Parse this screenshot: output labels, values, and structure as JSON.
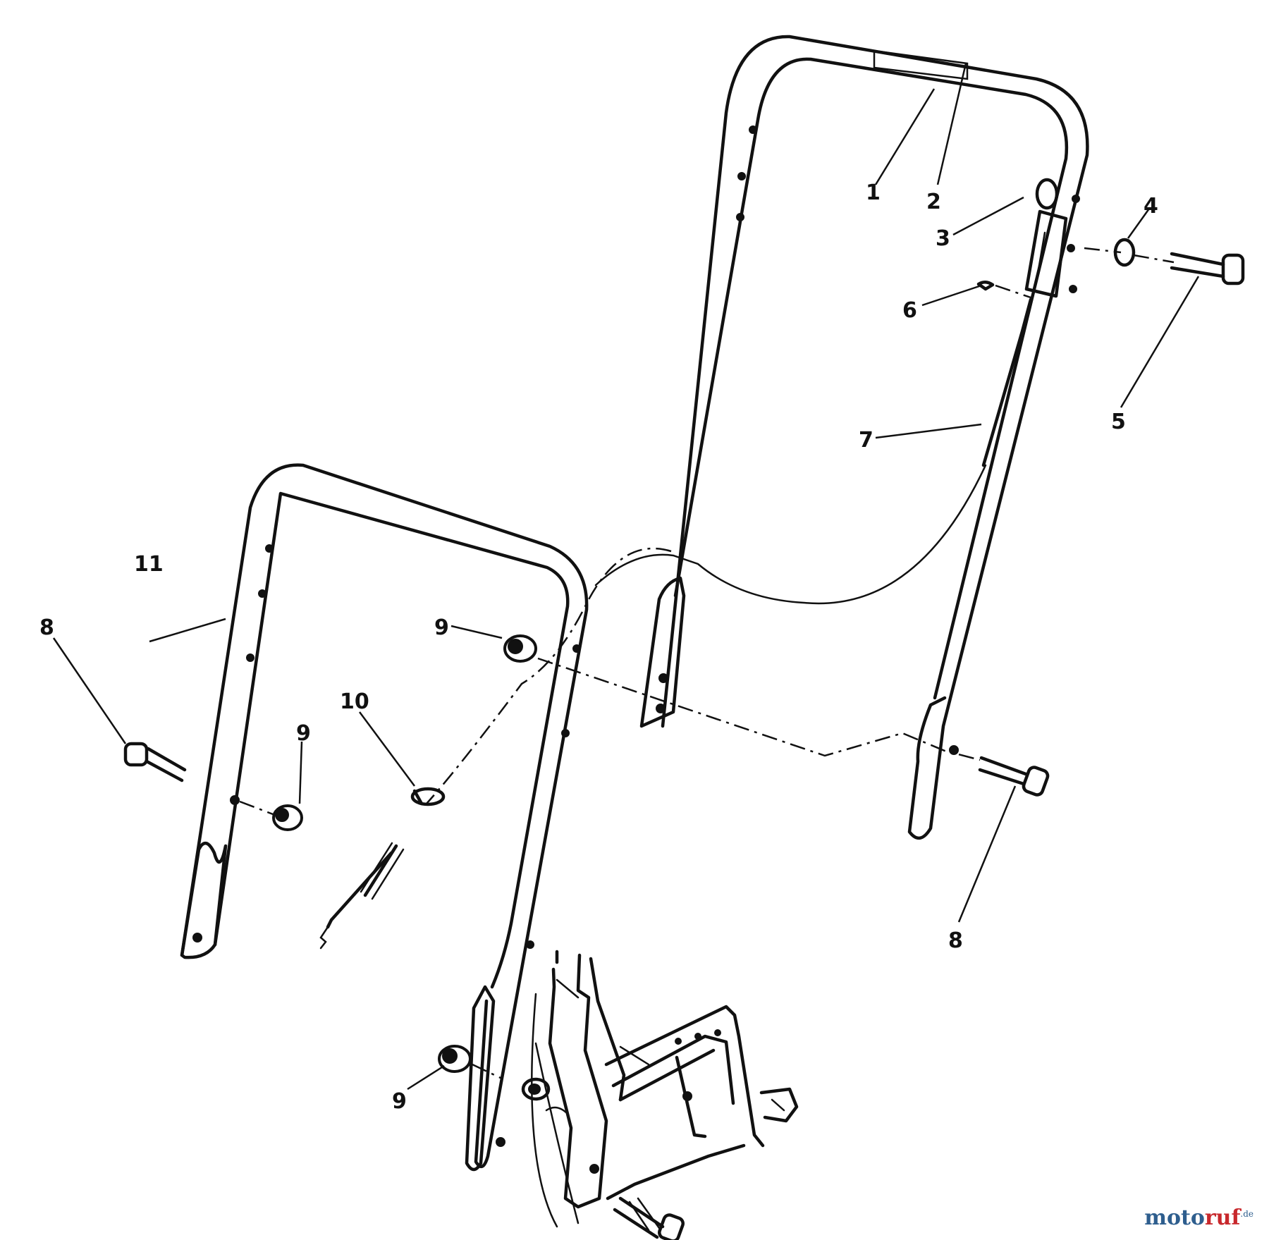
{
  "callouts": {
    "c1": "1",
    "c2": "2",
    "c3": "3",
    "c4": "4",
    "c5": "5",
    "c6": "6",
    "c7": "7",
    "c8a": "8",
    "c8b": "8",
    "c9a": "9",
    "c9b": "9",
    "c9c": "9",
    "c10": "10",
    "c11": "11"
  },
  "watermark": {
    "part1": "moto",
    "part2": "ruf",
    "part3": ".de"
  },
  "colors": {
    "line": "#111111",
    "watermark_blue": "#2e5e8e",
    "watermark_red": "#c8282c"
  }
}
